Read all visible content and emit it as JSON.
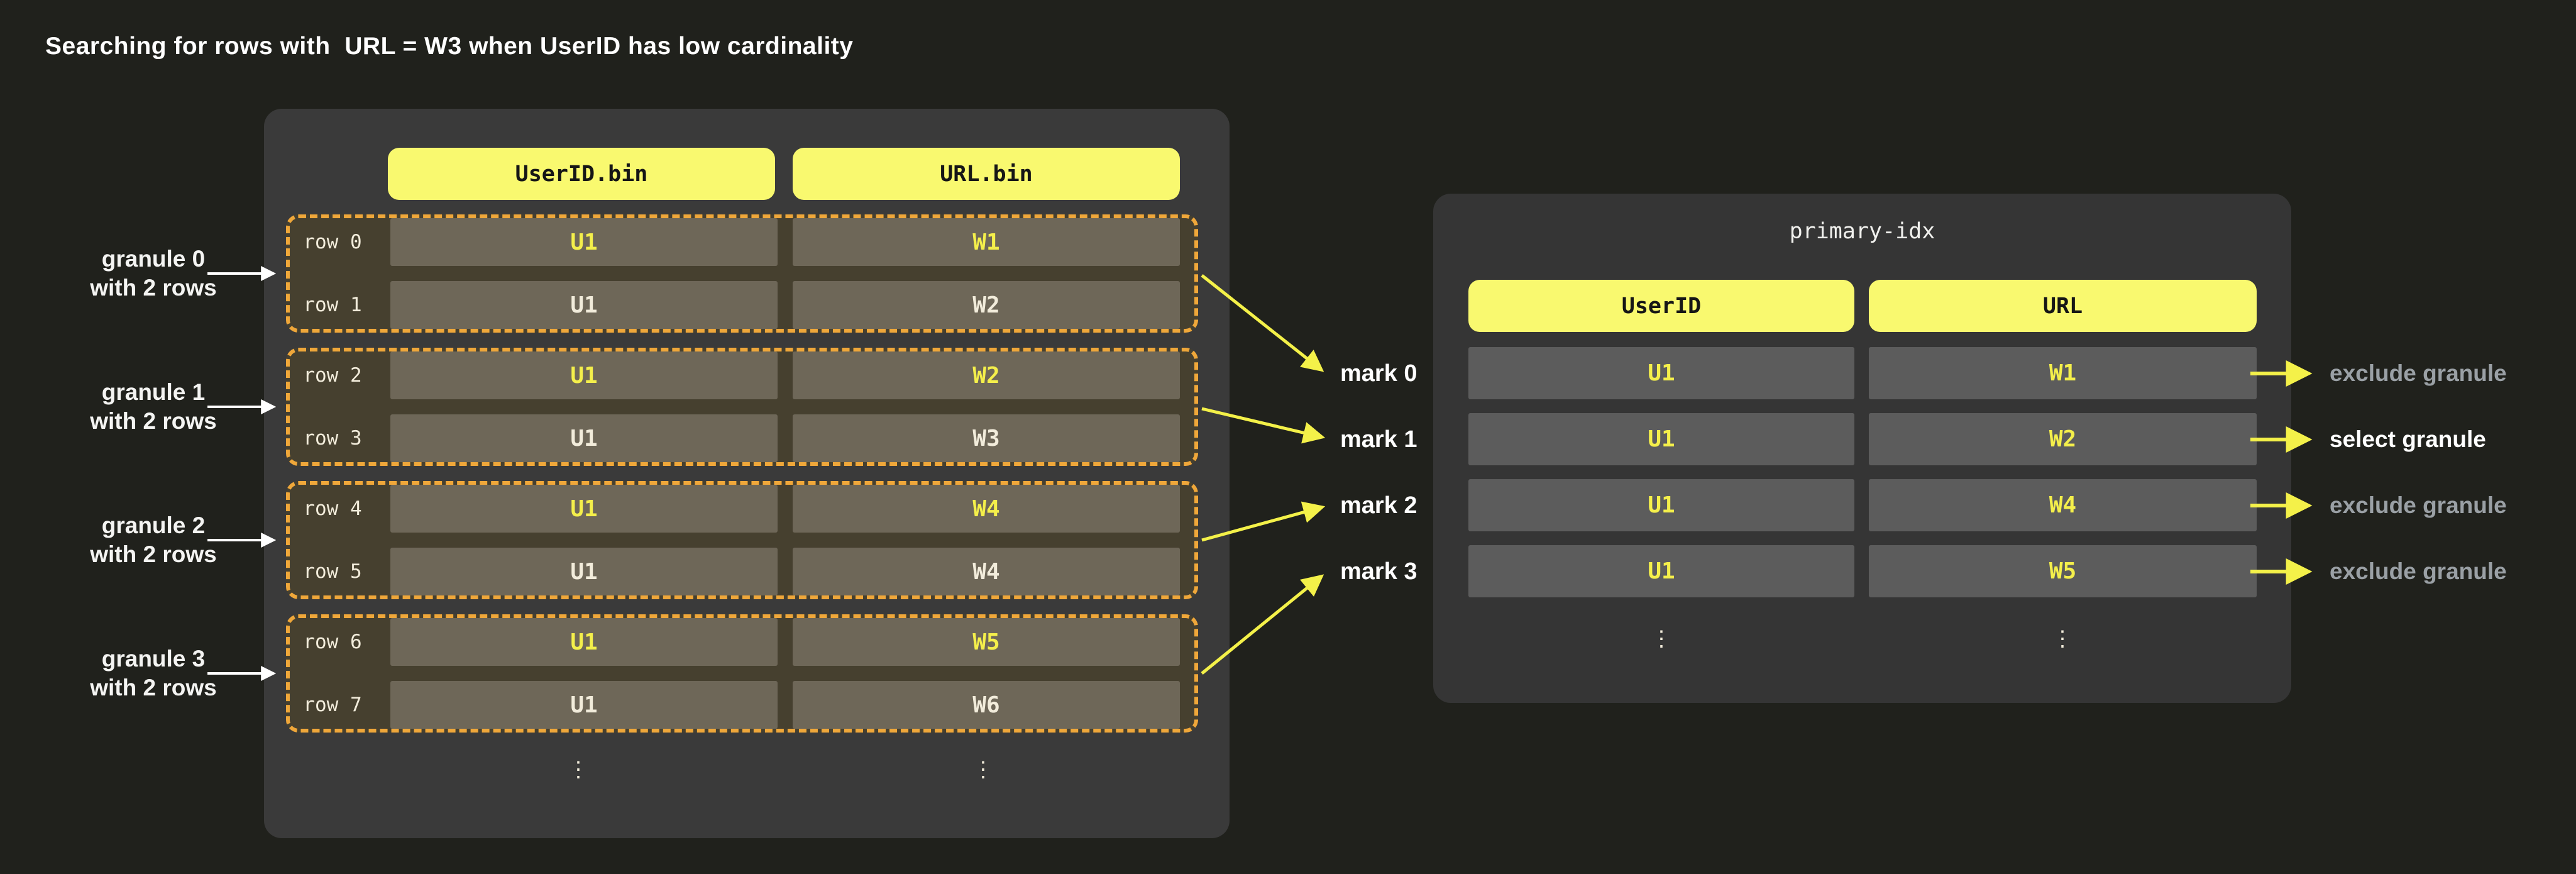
{
  "title": "Searching for rows with  URL = W3 when UserID has low cardinality",
  "left_table": {
    "columns": [
      "UserID.bin",
      "URL.bin"
    ],
    "ellipsis": "⋮",
    "granules": [
      {
        "label": "granule 0",
        "sublabel": "with 2 rows",
        "mark": "mark 0",
        "rows": [
          {
            "name": "row 0",
            "userid": "U1",
            "url": "W1",
            "highlight": true
          },
          {
            "name": "row 1",
            "userid": "U1",
            "url": "W2",
            "highlight": false
          }
        ]
      },
      {
        "label": "granule 1",
        "sublabel": "with 2 rows",
        "mark": "mark 1",
        "rows": [
          {
            "name": "row 2",
            "userid": "U1",
            "url": "W2",
            "highlight": true
          },
          {
            "name": "row 3",
            "userid": "U1",
            "url": "W3",
            "highlight": false
          }
        ]
      },
      {
        "label": "granule 2",
        "sublabel": "with 2 rows",
        "mark": "mark 2",
        "rows": [
          {
            "name": "row 4",
            "userid": "U1",
            "url": "W4",
            "highlight": true
          },
          {
            "name": "row 5",
            "userid": "U1",
            "url": "W4",
            "highlight": false
          }
        ]
      },
      {
        "label": "granule 3",
        "sublabel": "with 2 rows",
        "mark": "mark 3",
        "rows": [
          {
            "name": "row 6",
            "userid": "U1",
            "url": "W5",
            "highlight": true
          },
          {
            "name": "row 7",
            "userid": "U1",
            "url": "W6",
            "highlight": false
          }
        ]
      }
    ]
  },
  "index_table": {
    "title": "primary-idx",
    "columns": [
      "UserID",
      "URL"
    ],
    "ellipsis": "⋮",
    "rows": [
      {
        "userid": "U1",
        "url": "W1",
        "action": "exclude granule",
        "selected": false
      },
      {
        "userid": "U1",
        "url": "W2",
        "action": "select granule",
        "selected": true
      },
      {
        "userid": "U1",
        "url": "W4",
        "action": "exclude granule",
        "selected": false
      },
      {
        "userid": "U1",
        "url": "W5",
        "action": "exclude granule",
        "selected": false
      }
    ]
  },
  "colors": {
    "background": "#20211c",
    "panel_left": "#3a3a3a",
    "panel_right": "#353535",
    "header_pill": "#f9f96f",
    "granule_fill": "#46402f",
    "granule_border": "#efa73a",
    "granule_cell": "#6e6758",
    "index_cell": "#5c5c5c",
    "value_highlight": "#f4ef4b",
    "value_normal": "#f2ecdb",
    "arrow_yellow": "#f4f149",
    "label_gray": "#9aa0a5",
    "label_white": "#ffffff"
  }
}
